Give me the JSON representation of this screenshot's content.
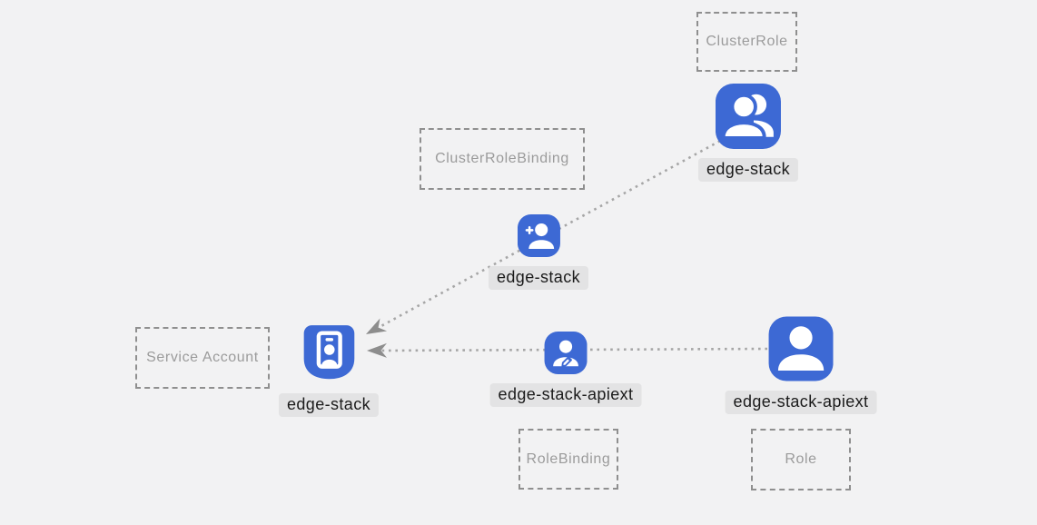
{
  "canvas": {
    "background": "#f2f2f3"
  },
  "colors": {
    "icon_blue": "#3d69d4",
    "label_bg": "#e3e3e4",
    "label_text": "#1b1b1b",
    "box_border": "#8f8f8f",
    "box_text": "#9b9b9b",
    "edge_dots": "#a6a6a6",
    "arrowhead": "#8d8d8d"
  },
  "type_boxes": [
    {
      "label": "ClusterRole"
    },
    {
      "label": "ClusterRoleBinding"
    },
    {
      "label": "Service Account"
    },
    {
      "label": "RoleBinding"
    },
    {
      "label": "Role"
    }
  ],
  "nodes": [
    {
      "kind": "ClusterRole",
      "icon": "users-icon",
      "label": "edge-stack"
    },
    {
      "kind": "ClusterRoleBinding",
      "icon": "user-add-icon",
      "label": "edge-stack"
    },
    {
      "kind": "ServiceAccount",
      "icon": "id-badge-icon",
      "label": "edge-stack"
    },
    {
      "kind": "RoleBinding",
      "icon": "user-edit-icon",
      "label": "edge-stack-apiext"
    },
    {
      "kind": "Role",
      "icon": "user-icon",
      "label": "edge-stack-apiext"
    }
  ],
  "edges": [
    {
      "from": "clusterrole-node",
      "to": "serviceaccount-node",
      "style": "dotted-arrow"
    },
    {
      "from": "role-node",
      "to": "serviceaccount-node",
      "style": "dotted-arrow"
    }
  ]
}
